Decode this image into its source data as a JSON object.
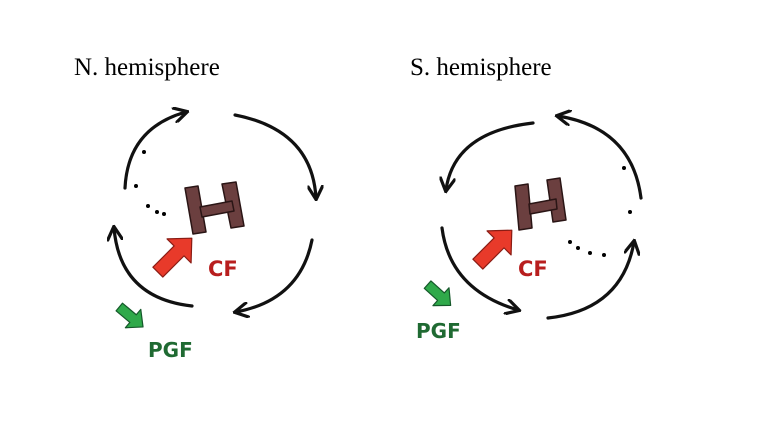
{
  "panels": [
    {
      "id": "north",
      "title": "N. hemisphere",
      "center_label": "H",
      "cf_label": "CF",
      "pgf_label": "PGF",
      "rotation": "clockwise"
    },
    {
      "id": "south",
      "title": "S. hemisphere",
      "center_label": "H",
      "cf_label": "CF",
      "pgf_label": "PGF",
      "rotation": "counterclockwise"
    }
  ],
  "colors": {
    "h_fill": "#6b3f3f",
    "h_outline": "#2a1515",
    "cf_arrow": "#e83a2a",
    "cf_text": "#b81e1e",
    "pgf_arrow": "#2fa94a",
    "pgf_text": "#1f6a32",
    "circulation": "#111111"
  }
}
